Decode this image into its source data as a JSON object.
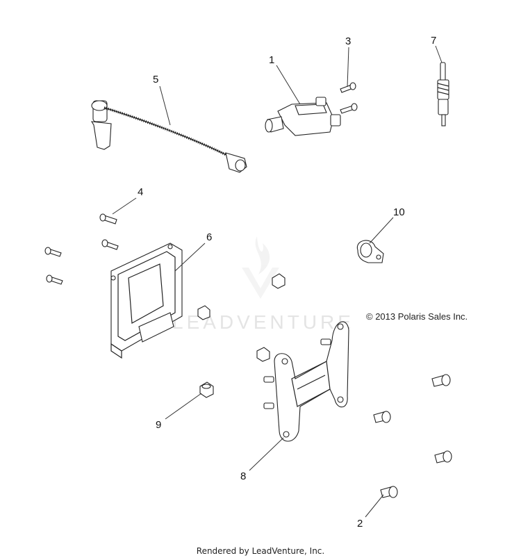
{
  "callouts": [
    {
      "id": "1",
      "label": "1"
    },
    {
      "id": "2",
      "label": "2"
    },
    {
      "id": "3",
      "label": "3"
    },
    {
      "id": "4",
      "label": "4"
    },
    {
      "id": "5",
      "label": "5"
    },
    {
      "id": "6",
      "label": "6"
    },
    {
      "id": "7",
      "label": "7"
    },
    {
      "id": "8",
      "label": "8"
    },
    {
      "id": "9",
      "label": "9"
    },
    {
      "id": "10",
      "label": "10"
    }
  ],
  "copyright": "© 2013 Polaris Sales Inc.",
  "watermark": "LEADVENTURE",
  "footer": "Rendered by LeadVenture, Inc."
}
